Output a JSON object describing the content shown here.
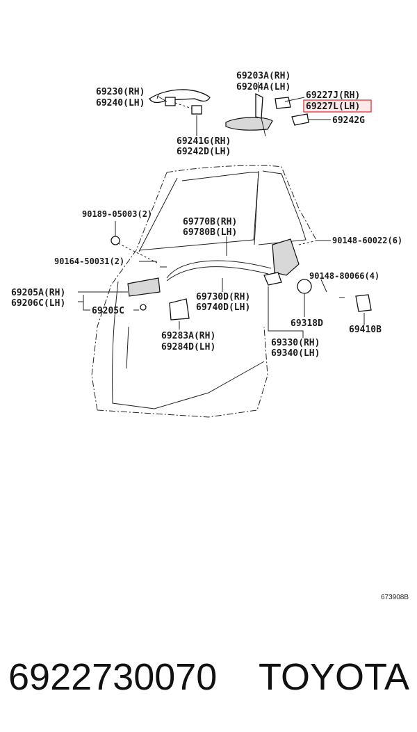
{
  "labels": {
    "l69230": "69230(RH)",
    "l69240": "69240(LH)",
    "l69203A": "69203A(RH)",
    "l69204A": "69204A(LH)",
    "l69227J": "69227J(RH)",
    "l69227L": "69227L(LH)",
    "l69242G": "69242G",
    "l69241G": "69241G(RH)",
    "l69242D": "69242D(LH)",
    "l90189": "90189-05003(2)",
    "l69770B": "69770B(RH)",
    "l69780B": "69780B(LH)",
    "l90148_60022": "90148-60022(6)",
    "l90164": "90164-50031(2)",
    "l90148_80066": "90148-80066(4)",
    "l69205A": "69205A(RH)",
    "l69206C": "69206C(LH)",
    "l69205C": "69205C",
    "l69730D": "69730D(RH)",
    "l69740D": "69740D(LH)",
    "l69318D": "69318D",
    "l69410B": "69410B",
    "l69283A": "69283A(RH)",
    "l69284D": "69284D(LH)",
    "l69330": "69330(RH)",
    "l69340": "69340(LH)"
  },
  "diagram_ref": "673908B",
  "footer": {
    "part_number": "6922730070",
    "brand": "TOYOTA"
  },
  "highlight_color": "#e0303a"
}
